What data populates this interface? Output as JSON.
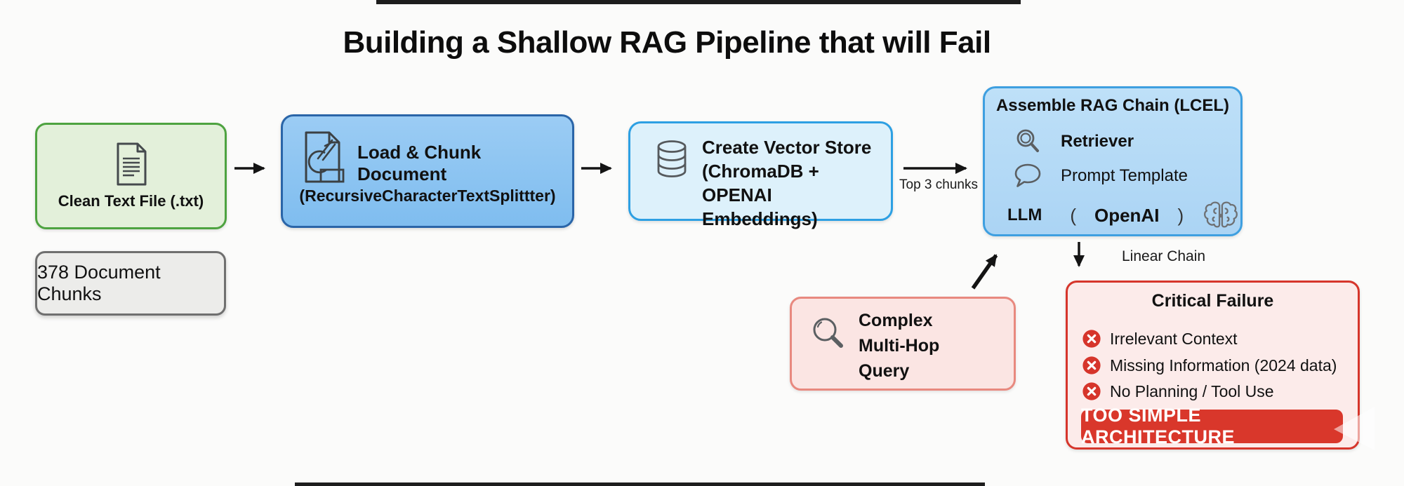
{
  "title": "Building a Shallow RAG Pipeline that will Fail",
  "nodes": {
    "clean_text_file": {
      "label": "Clean Text File (.txt)",
      "fill": "#e3f0da",
      "border": "#4ea340",
      "icon": "document-icon"
    },
    "document_chunks": {
      "label": "378 Document Chunks",
      "fill": "#ececea",
      "border": "#6f6f6f"
    },
    "load_chunk": {
      "title": "Load & Chunk Document",
      "subtitle": "(RecursiveCharacterTextSplittter)",
      "fill": "#8cc4f0",
      "border": "#2a65a8",
      "icon": "chunk-document-icon"
    },
    "vector_store": {
      "line1": "Create Vector Store",
      "line2": "(ChromaDB + OPENAI",
      "line3": "Embeddings)",
      "fill": "#ddf1fb",
      "border": "#2da0e3",
      "icon": "database-icon"
    },
    "assemble_chain": {
      "title": "Assemble RAG Chain (LCEL)",
      "retriever_label": "Retriever",
      "prompt_label": "Prompt Template",
      "llm_label": "LLM",
      "paren_open": "(",
      "llm_model": "OpenAI",
      "paren_close": ")",
      "fill": "#b5daf7",
      "border": "#3e9fe0",
      "icons": [
        "magnifier-icon",
        "speech-bubble-icon",
        "brain-icon"
      ]
    },
    "complex_query": {
      "line1": "Complex",
      "line2": "Multi-Hop",
      "line3": "Query",
      "fill": "#fbe5e3",
      "border": "#e8897f",
      "icon": "magnifier-icon"
    },
    "critical_failure": {
      "title": "Critical Failure",
      "items": [
        "Irrelevant Context",
        "Missing Information (2024 data)",
        "No Planning / Tool Use"
      ],
      "banner": "TOO SIMPLE ARCHITECTURE",
      "fill": "#fcebea",
      "border": "#d6352b",
      "banner_fill": "#d9372b",
      "item_icon": "cross-circle-icon"
    }
  },
  "edge_labels": {
    "top_chunks": "Top 3 chunks",
    "linear_chain": "Linear Chain"
  },
  "colors": {
    "background": "#fbfbfa",
    "arrow": "#141414",
    "failure_red": "#d6352b",
    "banner_red": "#d9372b",
    "icon_stroke": "#55595c"
  }
}
